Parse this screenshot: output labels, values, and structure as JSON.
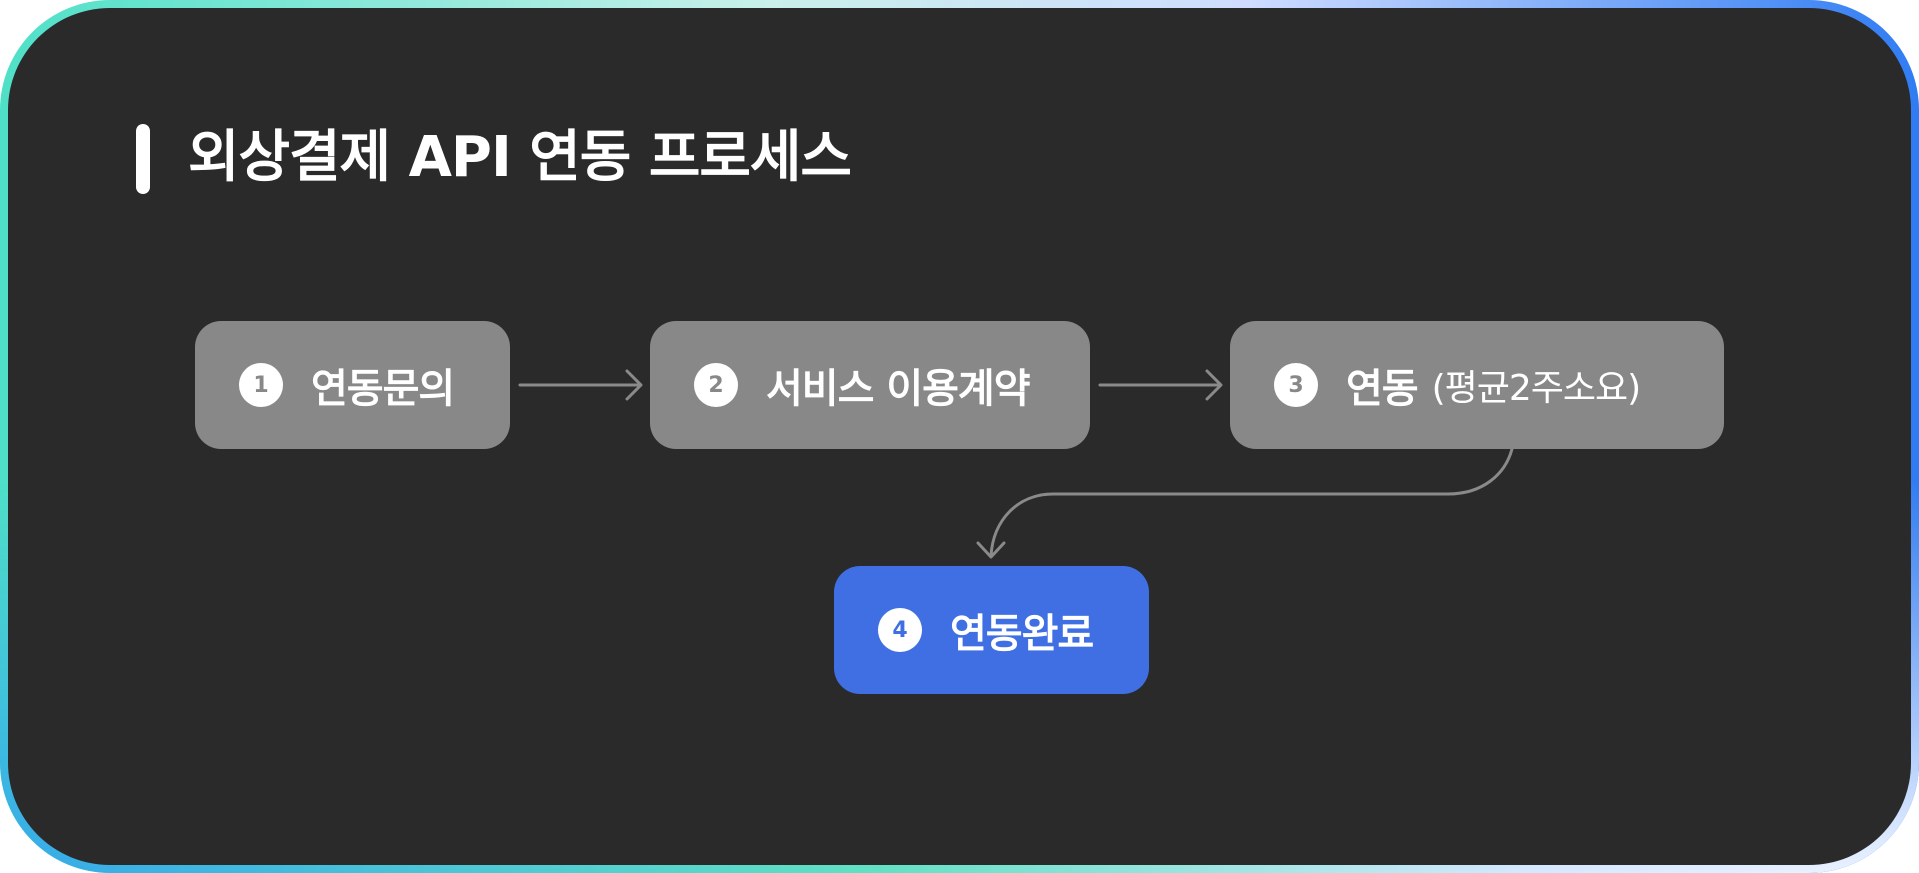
{
  "title": "외상결제 API 연동 프로세스",
  "steps": [
    {
      "number": "1",
      "label": "연동문의",
      "note": ""
    },
    {
      "number": "2",
      "label": "서비스 이용계약",
      "note": ""
    },
    {
      "number": "3",
      "label": "연동",
      "note": "(평균2주소요)"
    },
    {
      "number": "4",
      "label": "연동완료",
      "note": ""
    }
  ],
  "colors": {
    "panel": "#2a2a2b",
    "step_box": "#888888",
    "final_box": "#3f6fe3",
    "connector": "#8a8a8a",
    "title": "#ffffff"
  }
}
